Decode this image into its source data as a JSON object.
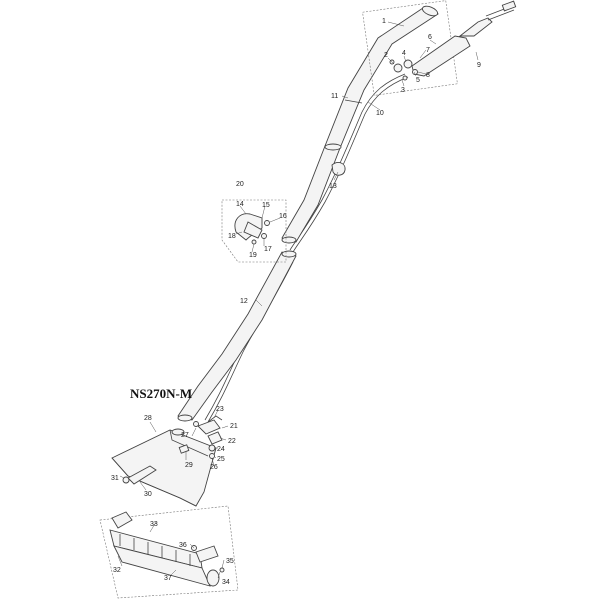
{
  "model_label": "NS270N-M",
  "callouts": [
    {
      "id": "c1",
      "label": "1"
    },
    {
      "id": "c2",
      "label": "2"
    },
    {
      "id": "c3",
      "label": "3"
    },
    {
      "id": "c4",
      "label": "4"
    },
    {
      "id": "c5",
      "label": "5"
    },
    {
      "id": "c6",
      "label": "6"
    },
    {
      "id": "c7",
      "label": "7"
    },
    {
      "id": "c8",
      "label": "8"
    },
    {
      "id": "c9",
      "label": "9"
    },
    {
      "id": "c10",
      "label": "10"
    },
    {
      "id": "c11",
      "label": "11"
    },
    {
      "id": "c12",
      "label": "12"
    },
    {
      "id": "c13",
      "label": "13"
    },
    {
      "id": "c14",
      "label": "14"
    },
    {
      "id": "c15",
      "label": "15"
    },
    {
      "id": "c16",
      "label": "16"
    },
    {
      "id": "c17",
      "label": "17"
    },
    {
      "id": "c18",
      "label": "18"
    },
    {
      "id": "c19",
      "label": "19"
    },
    {
      "id": "c20",
      "label": "20"
    },
    {
      "id": "c21",
      "label": "21"
    },
    {
      "id": "c22",
      "label": "22"
    },
    {
      "id": "c23",
      "label": "23"
    },
    {
      "id": "c24",
      "label": "24"
    },
    {
      "id": "c25",
      "label": "25"
    },
    {
      "id": "c26",
      "label": "26"
    },
    {
      "id": "c27",
      "label": "27"
    },
    {
      "id": "c28",
      "label": "28"
    },
    {
      "id": "c29",
      "label": "29"
    },
    {
      "id": "c30",
      "label": "30"
    },
    {
      "id": "c31",
      "label": "31"
    },
    {
      "id": "c32",
      "label": "32"
    },
    {
      "id": "c33",
      "label": "33"
    },
    {
      "id": "c34",
      "label": "34"
    },
    {
      "id": "c35",
      "label": "35"
    },
    {
      "id": "c36",
      "label": "36"
    },
    {
      "id": "c37",
      "label": "37"
    }
  ]
}
